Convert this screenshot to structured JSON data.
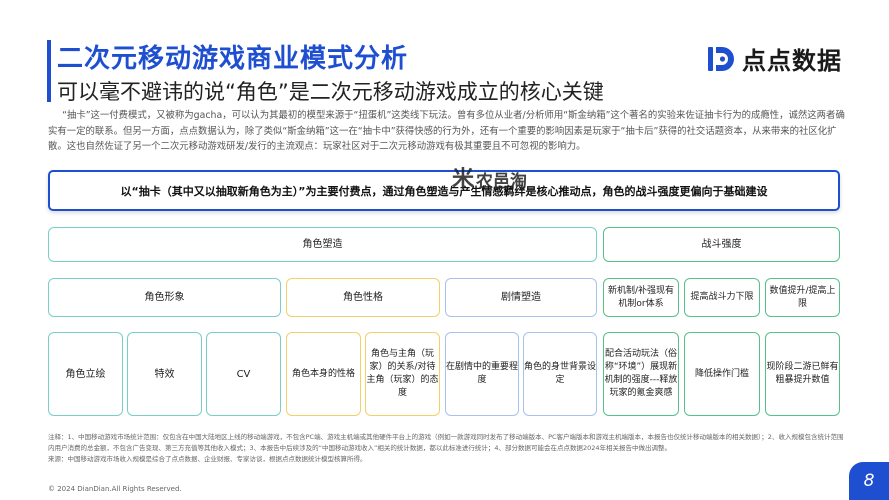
{
  "header": {
    "title": "二次元移动游戏商业模式分析",
    "subtitle": "可以毫不避讳的说“角色”是二次元移动游戏成立的核心关键"
  },
  "logo": {
    "text": "点点数据",
    "brand_color": "#1f4fd1"
  },
  "intro": "“抽卡”这一付费模式，又被称为gacha，可以认为其最初的模型来源于“扭蛋机”这类线下玩法。曾有多位从业者/分析师用“斯金纳箱”这个著名的实验来佐证抽卡行为的成瘾性，诚然这两者确实有一定的联系。但另一方面，点点数据认为，除了类似“斯金纳箱”这一在“抽卡中”获得快感的行为外，还有一个重要的影响因素是玩家于“抽卡后”获得的社交话题资本，从来带来的社区化扩散。这也自然佐证了另一个二次元移动游戏研发/发行的主流观点：玩家社区对于二次元移动游戏有极其重要且不可忽视的影响力。",
  "highlight": "以“抽卡（其中又以抽取新角色为主）”为主要付费点，通过角色塑造与产生情感羁绊是核心推动点，角色的战斗强度更偏向于基础建设",
  "watermark": {
    "glyph": "米",
    "text": "农邑淘"
  },
  "diagram": {
    "level1": {
      "role": "角色塑造",
      "combat": "战斗强度"
    },
    "level2": {
      "image": "角色形象",
      "personality": "角色性格",
      "plot": "剧情塑造",
      "new_mechanic": "新机制/补强现有机制or体系",
      "power_cap": "提高战斗力下限",
      "value_cap": "数值提升/提高上限"
    },
    "level3": {
      "art": "角色立绘",
      "vfx": "特效",
      "cv": "CV",
      "own_personality": "角色本身的性格",
      "relation": "角色与主角（玩家）的关系/对待主角（玩家）的态度",
      "plot_importance": "在剧情中的重要程度",
      "background": "角色的身世背景设定",
      "activity": "配合活动玩法（俗称“环境”）展现新机制的强度---释放玩家的氪金爽感",
      "lower_threshold": "降低操作门槛",
      "current_power": "现阶段二游已鲜有粗暴提升数值"
    }
  },
  "notes": {
    "line1": "注释：1、中国移动游戏市场统计范围：仅包含在中国大陆地区上线的移动端游戏，不包含PC端、游戏主机端或其他硬件平台上的游戏（例如一款游戏同时发布了移动端版本、PC客户端版本和游戏主机端版本，本报告也仅统计移动端版本的相关数据）；2、收入规模包含统计范围内用户消费的总金额，不包含广告变现、第三方充值等其他收入模式；3、本报告中后续涉及的“中国移动游戏收入”相关的统计数据，都以此标准进行统计；4、部分数据可能会在点点数据2024年相关报告中做出调整。",
    "line2": "来源：中国移动游戏市场收入规模是综合了点点数据、企业财报、专家访谈，根据点点数据统计模型核算所得。"
  },
  "footer": {
    "copyright": "© 2024 DianDian.All Rights Reserved.",
    "page": "8"
  }
}
